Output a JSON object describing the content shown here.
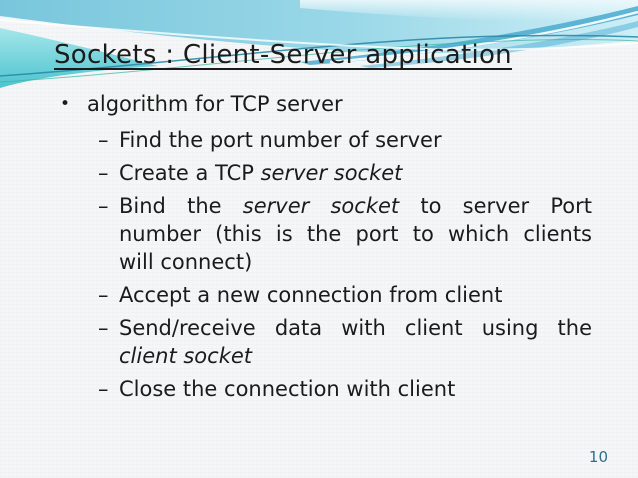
{
  "slide": {
    "title": "Sockets : Client-Server application",
    "page_number": "10",
    "colors": {
      "text": "#1b1b1b",
      "page_number": "#2d6e8f",
      "background": "#f5f6f7",
      "wave_primary": "#7cc8de",
      "wave_light": "#d6f0f7",
      "wave_accent_dark": "#49aacf",
      "wave_turquoise": "#4cc4cf"
    },
    "bullets": [
      {
        "level": 1,
        "marker": "•",
        "justify": false,
        "lines": [
          [
            {
              "t": "algorithm for TCP server",
              "i": false
            }
          ]
        ]
      },
      {
        "level": 2,
        "marker": "–",
        "justify": false,
        "lines": [
          [
            {
              "t": "Find the port number of server",
              "i": false
            }
          ]
        ]
      },
      {
        "level": 2,
        "marker": "–",
        "justify": false,
        "lines": [
          [
            {
              "t": "Create a TCP ",
              "i": false
            },
            {
              "t": "server socket",
              "i": true
            }
          ]
        ]
      },
      {
        "level": 2,
        "marker": "–",
        "justify": true,
        "lines": [
          [
            {
              "t": "Bind the ",
              "i": false
            },
            {
              "t": "server socket",
              "i": true
            },
            {
              "t": " to server Port",
              "i": false
            }
          ],
          [
            {
              "t": "number (this is the port to which clients",
              "i": false
            }
          ],
          [
            {
              "t": "will connect)",
              "i": false
            }
          ]
        ]
      },
      {
        "level": 2,
        "marker": "–",
        "justify": false,
        "lines": [
          [
            {
              "t": "Accept a new connection from client",
              "i": false
            }
          ]
        ]
      },
      {
        "level": 2,
        "marker": "–",
        "justify": true,
        "lines": [
          [
            {
              "t": "Send/receive data with client using the",
              "i": false
            }
          ],
          [
            {
              "t": "client socket",
              "i": true
            }
          ]
        ]
      },
      {
        "level": 2,
        "marker": "–",
        "justify": false,
        "lines": [
          [
            {
              "t": "Close the connection with client",
              "i": false
            }
          ]
        ]
      }
    ]
  }
}
